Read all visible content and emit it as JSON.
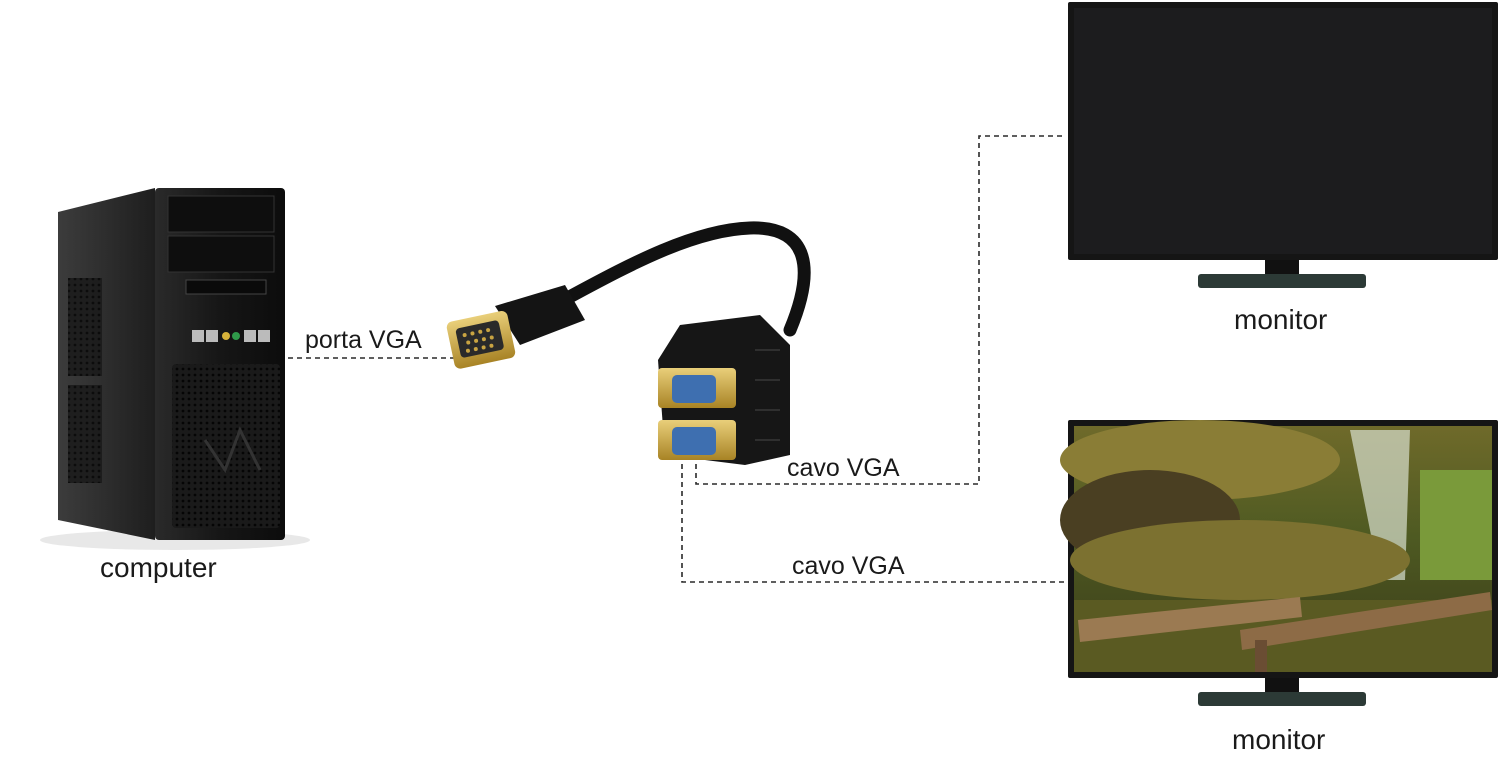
{
  "diagram": {
    "labels": {
      "vga_port": "porta VGA",
      "vga_cable_1": "cavo VGA",
      "vga_cable_2": "cavo VGA",
      "computer": "computer",
      "monitor_top": "monitor",
      "monitor_bottom": "monitor"
    },
    "colors": {
      "background": "#ffffff",
      "device_black": "#1b1b1b",
      "connector_gold": "#c9a442",
      "port_blue": "#3e6fb0",
      "dashed_line": "#2a2a2a"
    }
  }
}
